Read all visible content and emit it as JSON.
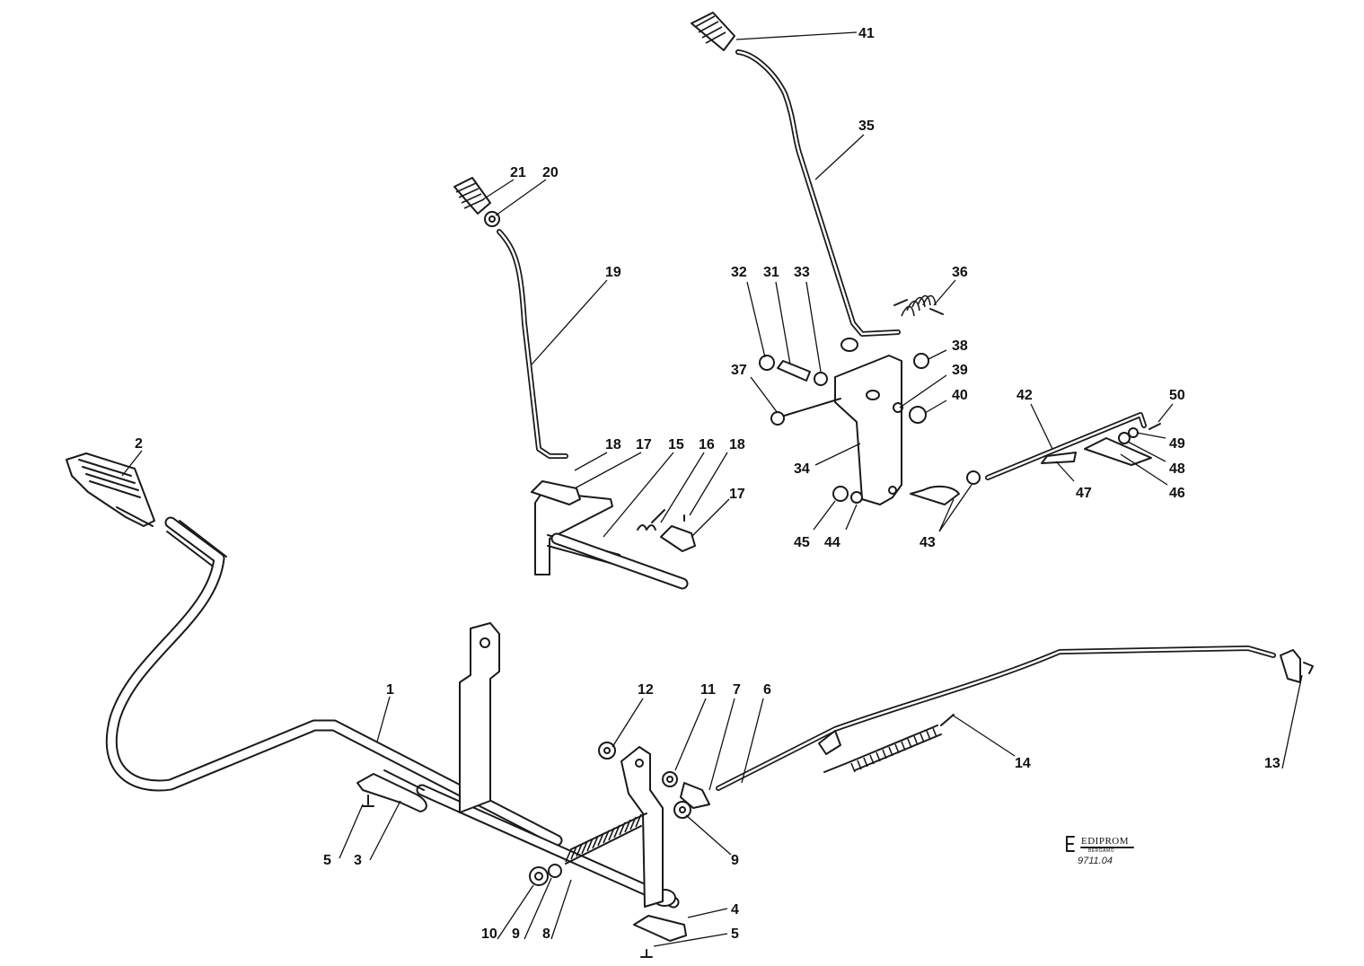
{
  "callouts": [
    {
      "label": "1"
    },
    {
      "label": "2"
    },
    {
      "label": "3"
    },
    {
      "label": "4"
    },
    {
      "label": "5"
    },
    {
      "label": "5"
    },
    {
      "label": "6"
    },
    {
      "label": "7"
    },
    {
      "label": "8"
    },
    {
      "label": "9"
    },
    {
      "label": "9"
    },
    {
      "label": "10"
    },
    {
      "label": "11"
    },
    {
      "label": "12"
    },
    {
      "label": "13"
    },
    {
      "label": "14"
    },
    {
      "label": "15"
    },
    {
      "label": "16"
    },
    {
      "label": "17"
    },
    {
      "label": "17"
    },
    {
      "label": "18"
    },
    {
      "label": "18"
    },
    {
      "label": "19"
    },
    {
      "label": "20"
    },
    {
      "label": "21"
    },
    {
      "label": "31"
    },
    {
      "label": "32"
    },
    {
      "label": "33"
    },
    {
      "label": "34"
    },
    {
      "label": "35"
    },
    {
      "label": "36"
    },
    {
      "label": "37"
    },
    {
      "label": "38"
    },
    {
      "label": "39"
    },
    {
      "label": "40"
    },
    {
      "label": "41"
    },
    {
      "label": "42"
    },
    {
      "label": "43"
    },
    {
      "label": "44"
    },
    {
      "label": "45"
    },
    {
      "label": "46"
    },
    {
      "label": "47"
    },
    {
      "label": "48"
    },
    {
      "label": "49"
    },
    {
      "label": "50"
    }
  ],
  "logo": {
    "brand": "EDIPROM",
    "city": "BERGAMO",
    "code": "9711.04"
  }
}
